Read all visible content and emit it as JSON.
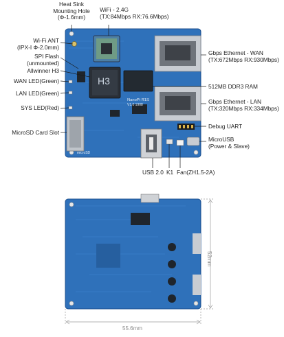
{
  "top_board": {
    "labels": {
      "heat_sink_line1": "Heat Sink",
      "heat_sink_line2": "Mounting Hole",
      "heat_sink_line3": "(Φ-1.6mm)",
      "wifi_line1": "WiFi - 2.4G",
      "wifi_line2": "(TX:84Mbps  RX:76.6Mbps)",
      "wifi_ant_line1": "Wi-Fi ANT",
      "wifi_ant_line2": "(IPX-I Φ-2.0mm)",
      "spi_line1": "SPI Flash",
      "spi_line2": "(unmounted)",
      "allwinner": "Allwinner H3",
      "wan_led": "WAN LED(Green)",
      "lan_led": "LAN LED(Green)",
      "sys_led": "SYS LED(Red)",
      "microsd": "MicroSD Card Slot",
      "eth_wan_line1": "Gbps Ethernet - WAN",
      "eth_wan_line2": "(TX:672Mbps  RX:930Mbps)",
      "ddr3": "512MB DDR3 RAM",
      "eth_lan_line1": "Gbps Ethernet - LAN",
      "eth_lan_line2": "(TX:320Mbps  RX:334Mbps)",
      "debug_uart": "Debug UART",
      "microusb_line1": "MicroUSB",
      "microusb_line2": "(Power & Slave)",
      "usb20": "USB 2.0",
      "k1": "K1",
      "fan": "Fan(ZH1.5-2A)"
    },
    "silkscreen": {
      "chip_brand": "H3",
      "board_name": "NanoPi R1S",
      "board_version": "V1.0 1908",
      "sd_label": "microSD"
    }
  },
  "bottom_board": {
    "dim_height": "52mm",
    "dim_width": "55.6mm"
  },
  "colors": {
    "pcb": "#2e6fb8",
    "pcb_dark": "#1d4f8e",
    "chip": "#222a33",
    "metal": "#c9ccd1",
    "leader": "#1a1a1a",
    "dim": "#9a9a9a"
  }
}
